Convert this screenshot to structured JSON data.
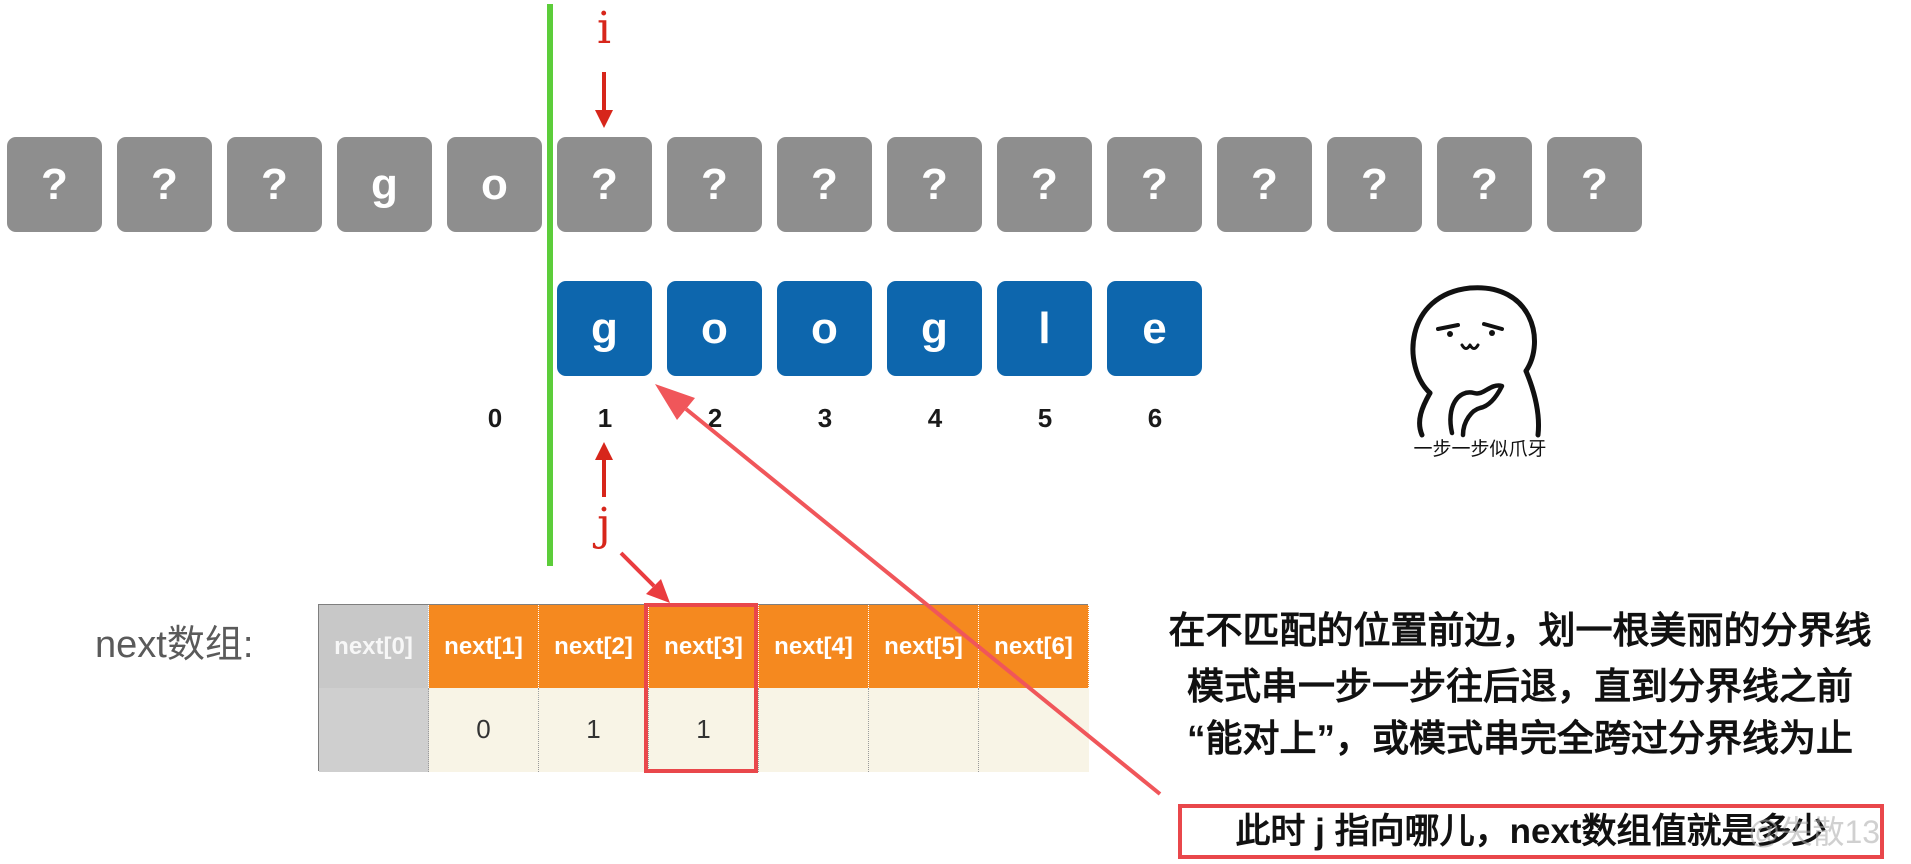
{
  "text_string": {
    "cells": [
      "?",
      "?",
      "?",
      "g",
      "o",
      "?",
      "?",
      "?",
      "?",
      "?",
      "?",
      "?",
      "?",
      "?",
      "?"
    ]
  },
  "pattern_string": {
    "cells": [
      "g",
      "o",
      "o",
      "g",
      "l",
      "e"
    ]
  },
  "indices": [
    "0",
    "1",
    "2",
    "3",
    "4",
    "5",
    "6"
  ],
  "pointers": {
    "i_label": "i",
    "j_label": "j"
  },
  "next_array": {
    "label": "next数组:",
    "headers": [
      "next[0]",
      "next[1]",
      "next[2]",
      "next[3]",
      "next[4]",
      "next[5]",
      "next[6]"
    ],
    "values": [
      "",
      "0",
      "1",
      "1",
      "",
      "",
      ""
    ]
  },
  "sticker": {
    "caption": "一步一步似爪牙"
  },
  "explanation": {
    "lines": [
      "在不匹配的位置前边，划一根美丽的分界线",
      "模式串一步一步往后退，直到分界线之前",
      "“能对上”，或模式串完全跨过分界线为止"
    ]
  },
  "question": "此时 j 指向哪儿，next数组值就是多少",
  "watermark": "@失散13",
  "colors": {
    "text_box": "#8e8e8e",
    "pattern_box": "#0d66ad",
    "boundary_line": "#5ccd3a",
    "pointer_red": "#d7261b",
    "header_orange": "#f5891f",
    "header_gray": "#c8c8c8",
    "cell_cream": "#f8f4e6",
    "highlight_red": "#e9474b",
    "connector_red": "#f0565a"
  }
}
